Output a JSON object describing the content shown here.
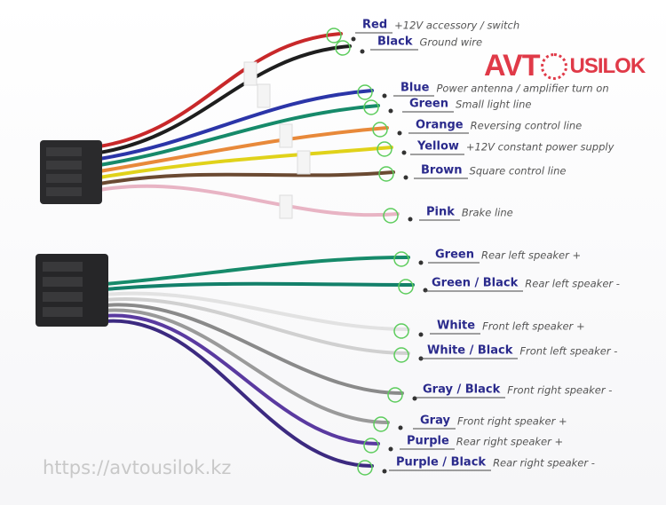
{
  "logo": {
    "text_left": "AVT",
    "text_right": "USILOK"
  },
  "watermark": "https://avtousilok.kz",
  "wires": [
    {
      "name": "Red",
      "desc": "+12V accessory / switch",
      "color": "#c8282a"
    },
    {
      "name": "Black",
      "desc": "Ground wire",
      "color": "#1e1e1e"
    },
    {
      "name": "Blue",
      "desc": "Power antenna / amplifier turn on",
      "color": "#2b35a8"
    },
    {
      "name": "Green",
      "desc": "Small light line",
      "color": "#168a6a"
    },
    {
      "name": "Orange",
      "desc": "Reversing control line",
      "color": "#e8893a"
    },
    {
      "name": "Yellow",
      "desc": "+12V constant power supply",
      "color": "#e0d21a"
    },
    {
      "name": "Brown",
      "desc": "Square control line",
      "color": "#6b4a32"
    },
    {
      "name": "Pink",
      "desc": "Brake line",
      "color": "#e8b4c4"
    },
    {
      "name": "Green",
      "desc": "Rear left speaker +",
      "color": "#168a6a"
    },
    {
      "name": "Green / Black",
      "desc": "Rear left speaker -",
      "color": "#13806a"
    },
    {
      "name": "White",
      "desc": "Front left speaker +",
      "color": "#e2e2e2"
    },
    {
      "name": "White / Black",
      "desc": "Front left speaker -",
      "color": "#d0d0d0"
    },
    {
      "name": "Gray / Black",
      "desc": "Front right speaker -",
      "color": "#8a8a8a"
    },
    {
      "name": "Gray",
      "desc": "Front right speaker +",
      "color": "#9a9a9a"
    },
    {
      "name": "Purple",
      "desc": "Rear right speaker +",
      "color": "#5a3aa0"
    },
    {
      "name": "Purple / Black",
      "desc": "Rear right speaker -",
      "color": "#3c2a80"
    }
  ]
}
